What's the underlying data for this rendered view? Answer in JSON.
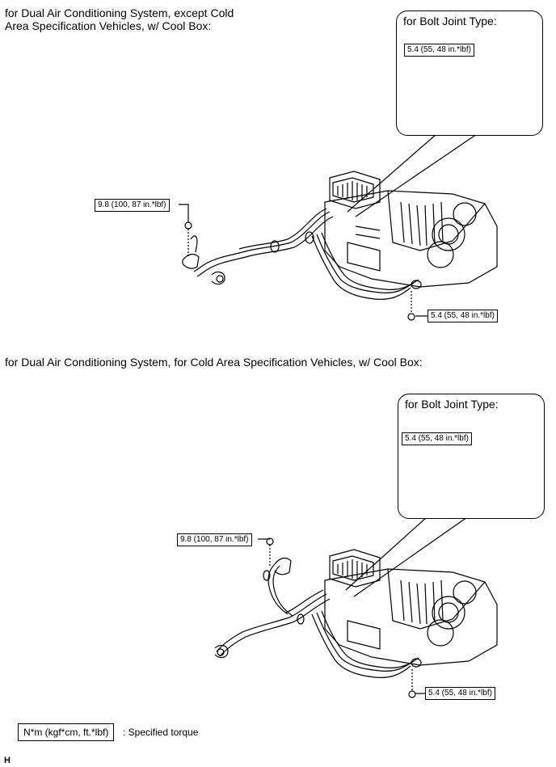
{
  "section1": {
    "caption": "for Dual Air Conditioning System, except Cold\nArea Specification Vehicles, w/ Cool Box:",
    "callout_title": "for Bolt Joint Type:",
    "callout_torque": "5.4 (55, 48 in.*lbf)",
    "torque_left": "9.8 (100, 87 in.*lbf)",
    "torque_bottom": "5.4 (55, 48 in.*lbf)"
  },
  "section2": {
    "caption": "for Dual Air Conditioning System, for Cold Area Specification Vehicles, w/ Cool Box:",
    "callout_title": "for Bolt Joint Type:",
    "callout_torque": "5.4 (55, 48 in.*lbf)",
    "torque_left": "9.8 (100, 87 in.*lbf)",
    "torque_bottom": "5.4 (55, 48 in.*lbf)"
  },
  "legend": {
    "unit": "N*m (kgf*cm, ft.*lbf)",
    "description": ": Specified torque"
  },
  "footer_code": "H"
}
